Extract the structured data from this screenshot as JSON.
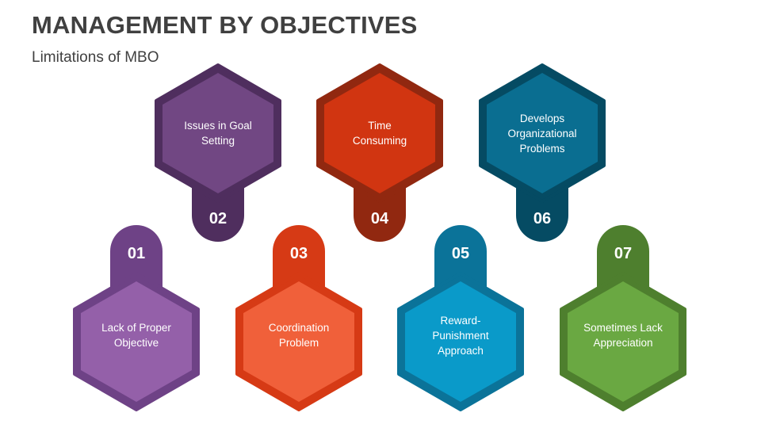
{
  "header": {
    "title": "MANAGEMENT BY OBJECTIVES",
    "subtitle": "Limitations of MBO"
  },
  "items": [
    {
      "number": "01",
      "text": "Lack of Proper Objective",
      "row": "bottom",
      "colors": {
        "fill": "#9460A9",
        "border": "#6E4286",
        "tab": "#6E4286"
      }
    },
    {
      "number": "02",
      "text": "Issues in Goal Setting",
      "row": "top",
      "colors": {
        "fill": "#714783",
        "border": "#4F2E5E",
        "tab": "#4F2E5E"
      }
    },
    {
      "number": "03",
      "text": "Coordination Problem",
      "row": "bottom",
      "colors": {
        "fill": "#F0603A",
        "border": "#D63A15",
        "tab": "#D63A15"
      }
    },
    {
      "number": "04",
      "text": "Time Consuming",
      "row": "top",
      "colors": {
        "fill": "#D13511",
        "border": "#912810",
        "tab": "#912810"
      }
    },
    {
      "number": "05",
      "text": "Reward-Punishment Approach",
      "row": "bottom",
      "colors": {
        "fill": "#0A9AC9",
        "border": "#0B7399",
        "tab": "#0B7399"
      }
    },
    {
      "number": "06",
      "text": "Develops Organizational Problems",
      "row": "top",
      "colors": {
        "fill": "#0A6E91",
        "border": "#054B63",
        "tab": "#054B63"
      }
    },
    {
      "number": "07",
      "text": "Sometimes Lack Appreciation",
      "row": "bottom",
      "colors": {
        "fill": "#6AA842",
        "border": "#4E7F2E",
        "tab": "#4E7F2E"
      }
    }
  ]
}
